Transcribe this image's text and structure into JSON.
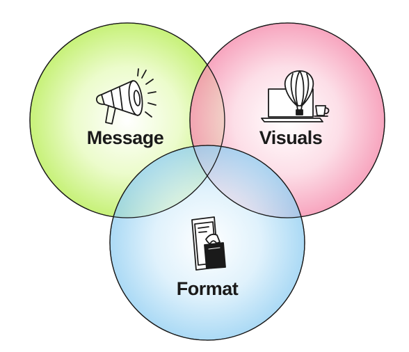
{
  "diagram": {
    "type": "venn",
    "circles": [
      {
        "id": "message",
        "label": "Message",
        "icon": "megaphone-icon",
        "color": "#c9f27a"
      },
      {
        "id": "visuals",
        "label": "Visuals",
        "icon": "laptop-balloon-icon",
        "color": "#f7a9c0"
      },
      {
        "id": "format",
        "label": "Format",
        "icon": "phone-shopping-bag-icon",
        "color": "#a9d9f5"
      }
    ],
    "outline_color": "#1a1a1a"
  }
}
